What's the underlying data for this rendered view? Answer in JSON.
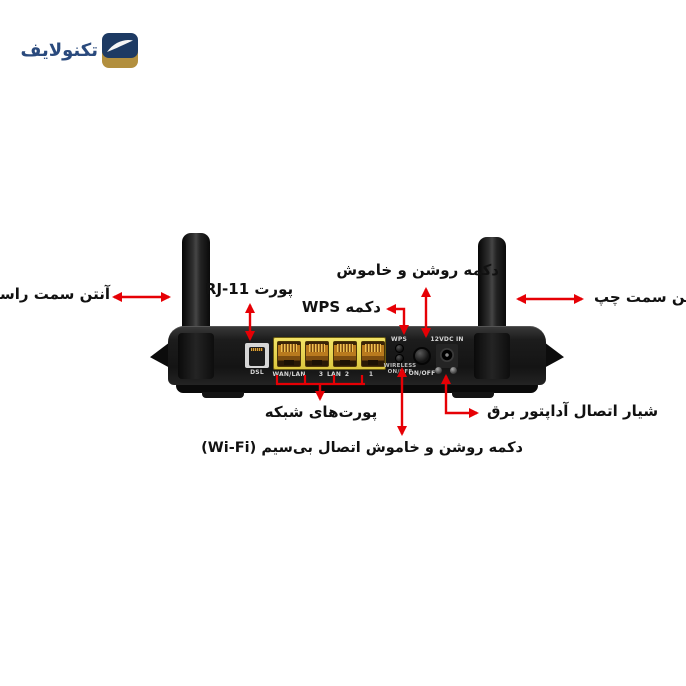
{
  "logo": {
    "brand": "تکنولایف"
  },
  "annotations": {
    "antenna_right": "آنتن سمت راست",
    "antenna_left": "آنتن سمت چپ",
    "rj11_port": "پورت RJ-11",
    "wps_button": "دکمه WPS",
    "power_button": "دکمه روشن و خاموش",
    "network_ports": "پورت‌های شبکه",
    "wifi_button": "دکمه روشن و خاموش اتصال بی‌سیم (Wi-Fi)",
    "power_adapter": "شیار اتصال آداپتور برق"
  },
  "router": {
    "dsl_label": "DSL",
    "port_labels": [
      "WAN/LAN",
      "3",
      "LAN",
      "2",
      "1"
    ],
    "wps_label": "WPS",
    "wireless_line1": "WIRELESS",
    "wireless_line2": "ON/OFF",
    "power_label": "ON/OFF",
    "dc_label": "12VDC IN"
  },
  "colors": {
    "annotation_red": "#e60005",
    "brand_navy": "#2a4a7d",
    "brand_gold": "#b28f3e",
    "port_panel_yellow": "#e9d84e",
    "chassis_black": "#151515"
  }
}
